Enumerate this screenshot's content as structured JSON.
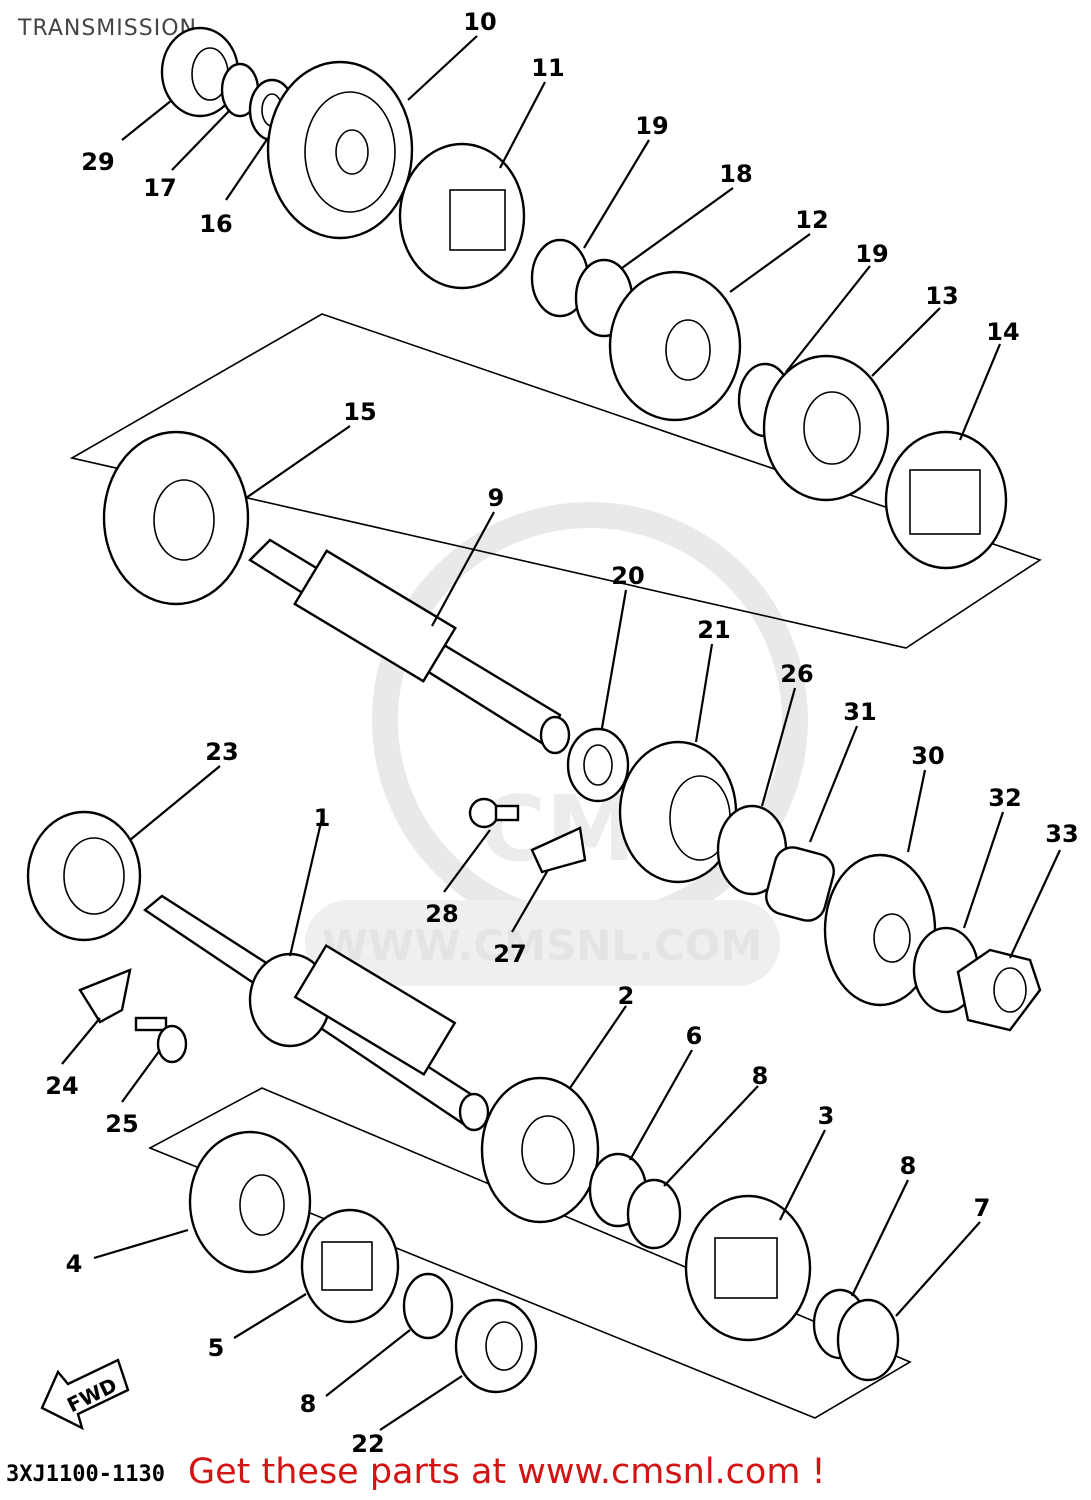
{
  "page": {
    "title": "TRANSMISSION",
    "drawing_code": "3XJ1100-1130",
    "promo_text": "Get these parts at www.cmsnl.com !"
  },
  "watermark": {
    "text": "WWW.CMSNL.COM",
    "logo_text": "CMS"
  },
  "fwd_label": "FWD",
  "callouts": [
    {
      "id": "10",
      "text": "10"
    },
    {
      "id": "11",
      "text": "11"
    },
    {
      "id": "19a",
      "text": "19"
    },
    {
      "id": "18",
      "text": "18"
    },
    {
      "id": "12",
      "text": "12"
    },
    {
      "id": "19b",
      "text": "19"
    },
    {
      "id": "13",
      "text": "13"
    },
    {
      "id": "14",
      "text": "14"
    },
    {
      "id": "29",
      "text": "29"
    },
    {
      "id": "17",
      "text": "17"
    },
    {
      "id": "16",
      "text": "16"
    },
    {
      "id": "15",
      "text": "15"
    },
    {
      "id": "9",
      "text": "9"
    },
    {
      "id": "20",
      "text": "20"
    },
    {
      "id": "21",
      "text": "21"
    },
    {
      "id": "26",
      "text": "26"
    },
    {
      "id": "31",
      "text": "31"
    },
    {
      "id": "30",
      "text": "30"
    },
    {
      "id": "32",
      "text": "32"
    },
    {
      "id": "33",
      "text": "33"
    },
    {
      "id": "23",
      "text": "23"
    },
    {
      "id": "1",
      "text": "1"
    },
    {
      "id": "28",
      "text": "28"
    },
    {
      "id": "27",
      "text": "27"
    },
    {
      "id": "24",
      "text": "24"
    },
    {
      "id": "25",
      "text": "25"
    },
    {
      "id": "2",
      "text": "2"
    },
    {
      "id": "6",
      "text": "6"
    },
    {
      "id": "8a",
      "text": "8"
    },
    {
      "id": "3",
      "text": "3"
    },
    {
      "id": "8b",
      "text": "8"
    },
    {
      "id": "7",
      "text": "7"
    },
    {
      "id": "4",
      "text": "4"
    },
    {
      "id": "5",
      "text": "5"
    },
    {
      "id": "8c",
      "text": "8"
    },
    {
      "id": "22",
      "text": "22"
    }
  ]
}
